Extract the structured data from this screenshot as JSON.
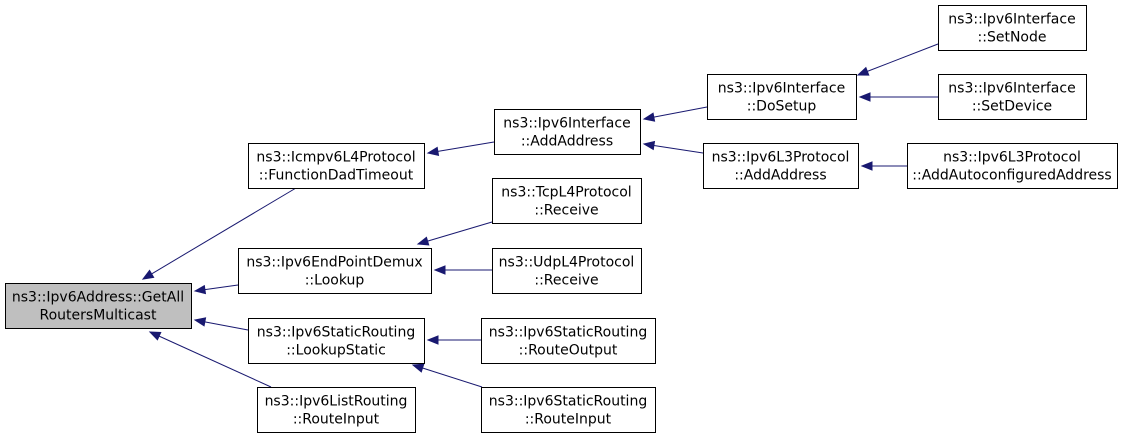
{
  "graph": {
    "edge_color": "#191970",
    "root_fill": "#bfbfbf",
    "node_fill": "#ffffff",
    "nodes": [
      {
        "id": "root",
        "line1": "ns3::Ipv6Address::GetAll",
        "line2": "RoutersMulticast",
        "root": true
      },
      {
        "id": "icmpv6",
        "line1": "ns3::Icmpv6L4Protocol",
        "line2": "::FunctionDadTimeout"
      },
      {
        "id": "demux",
        "line1": "ns3::Ipv6EndPointDemux",
        "line2": "::Lookup"
      },
      {
        "id": "staticlookup",
        "line1": "ns3::Ipv6StaticRouting",
        "line2": "::LookupStatic"
      },
      {
        "id": "listroute",
        "line1": "ns3::Ipv6ListRouting",
        "line2": "::RouteInput"
      },
      {
        "id": "ifaceadd",
        "line1": "ns3::Ipv6Interface",
        "line2": "::AddAddress"
      },
      {
        "id": "tcprecv",
        "line1": "ns3::TcpL4Protocol",
        "line2": "::Receive"
      },
      {
        "id": "udprecv",
        "line1": "ns3::UdpL4Protocol",
        "line2": "::Receive"
      },
      {
        "id": "routeout",
        "line1": "ns3::Ipv6StaticRouting",
        "line2": "::RouteOutput"
      },
      {
        "id": "routein",
        "line1": "ns3::Ipv6StaticRouting",
        "line2": "::RouteInput"
      },
      {
        "id": "dosetup",
        "line1": "ns3::Ipv6Interface",
        "line2": "::DoSetup"
      },
      {
        "id": "l3add",
        "line1": "ns3::Ipv6L3Protocol",
        "line2": "::AddAddress"
      },
      {
        "id": "setnode",
        "line1": "ns3::Ipv6Interface",
        "line2": "::SetNode"
      },
      {
        "id": "setdevice",
        "line1": "ns3::Ipv6Interface",
        "line2": "::SetDevice"
      },
      {
        "id": "autoconf",
        "line1": "ns3::Ipv6L3Protocol",
        "line2": "::AddAutoconfiguredAddress"
      }
    ],
    "edges": [
      {
        "from": "icmpv6",
        "to": "root"
      },
      {
        "from": "demux",
        "to": "root"
      },
      {
        "from": "staticlookup",
        "to": "root"
      },
      {
        "from": "listroute",
        "to": "root"
      },
      {
        "from": "ifaceadd",
        "to": "icmpv6"
      },
      {
        "from": "tcprecv",
        "to": "demux"
      },
      {
        "from": "udprecv",
        "to": "demux"
      },
      {
        "from": "routeout",
        "to": "staticlookup"
      },
      {
        "from": "routein",
        "to": "staticlookup"
      },
      {
        "from": "dosetup",
        "to": "ifaceadd"
      },
      {
        "from": "l3add",
        "to": "ifaceadd"
      },
      {
        "from": "setnode",
        "to": "dosetup"
      },
      {
        "from": "setdevice",
        "to": "dosetup"
      },
      {
        "from": "autoconf",
        "to": "l3add"
      }
    ]
  }
}
